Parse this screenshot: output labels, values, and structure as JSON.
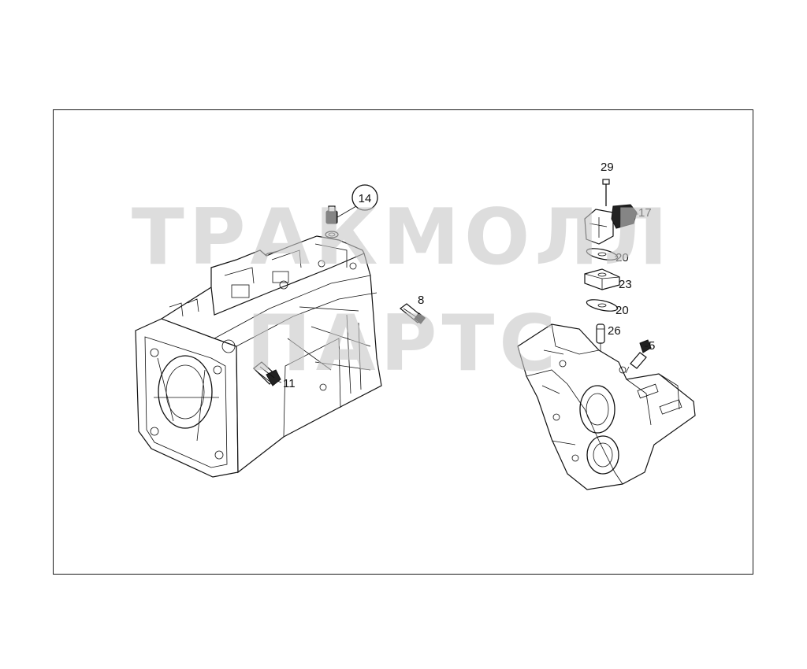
{
  "watermark": {
    "line1": "ТРАКМОЛЛ",
    "line2": "ПАРТС",
    "color": "#c8c8c8"
  },
  "callouts": {
    "c14": "14",
    "c8": "8",
    "c11": "11",
    "c29": "29",
    "c17": "17",
    "c20a": "20",
    "c23": "23",
    "c20b": "20",
    "c26": "26",
    "c5": "5"
  }
}
